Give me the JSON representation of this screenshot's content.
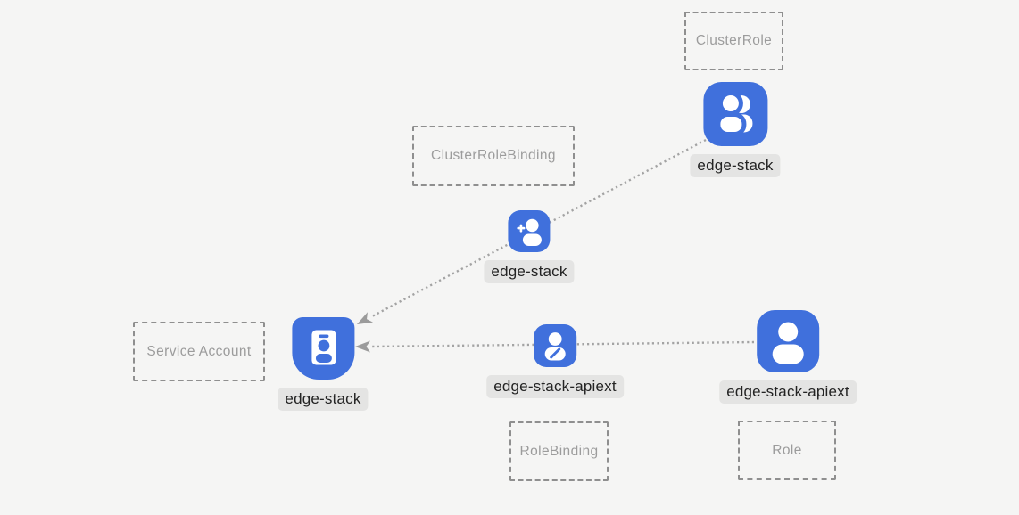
{
  "diagram": {
    "background": "#f5f5f4",
    "accent_blue": "#4070dc",
    "connector_color": "#a3a3a3",
    "arrow_color": "#9b9b9b",
    "badge_bg": "#e4e4e3",
    "kind_boxes": {
      "cluster_role": "ClusterRole",
      "cluster_role_binding": "ClusterRoleBinding",
      "service_account": "Service Account",
      "role_binding": "RoleBinding",
      "role": "Role"
    },
    "nodes": {
      "cluster_role": {
        "label": "edge-stack",
        "icon": "users-icon"
      },
      "cluster_role_binding": {
        "label": "edge-stack",
        "icon": "user-add-icon"
      },
      "service_account": {
        "label": "edge-stack",
        "icon": "id-badge-icon"
      },
      "role_binding": {
        "label": "edge-stack-apiext",
        "icon": "user-edit-icon"
      },
      "role": {
        "label": "edge-stack-apiext",
        "icon": "user-icon"
      }
    },
    "connectors": [
      {
        "from": "cluster_role",
        "to": "service_account",
        "style": "dotted-arrow"
      },
      {
        "from": "role",
        "to": "service_account",
        "style": "dotted-arrow"
      }
    ]
  }
}
